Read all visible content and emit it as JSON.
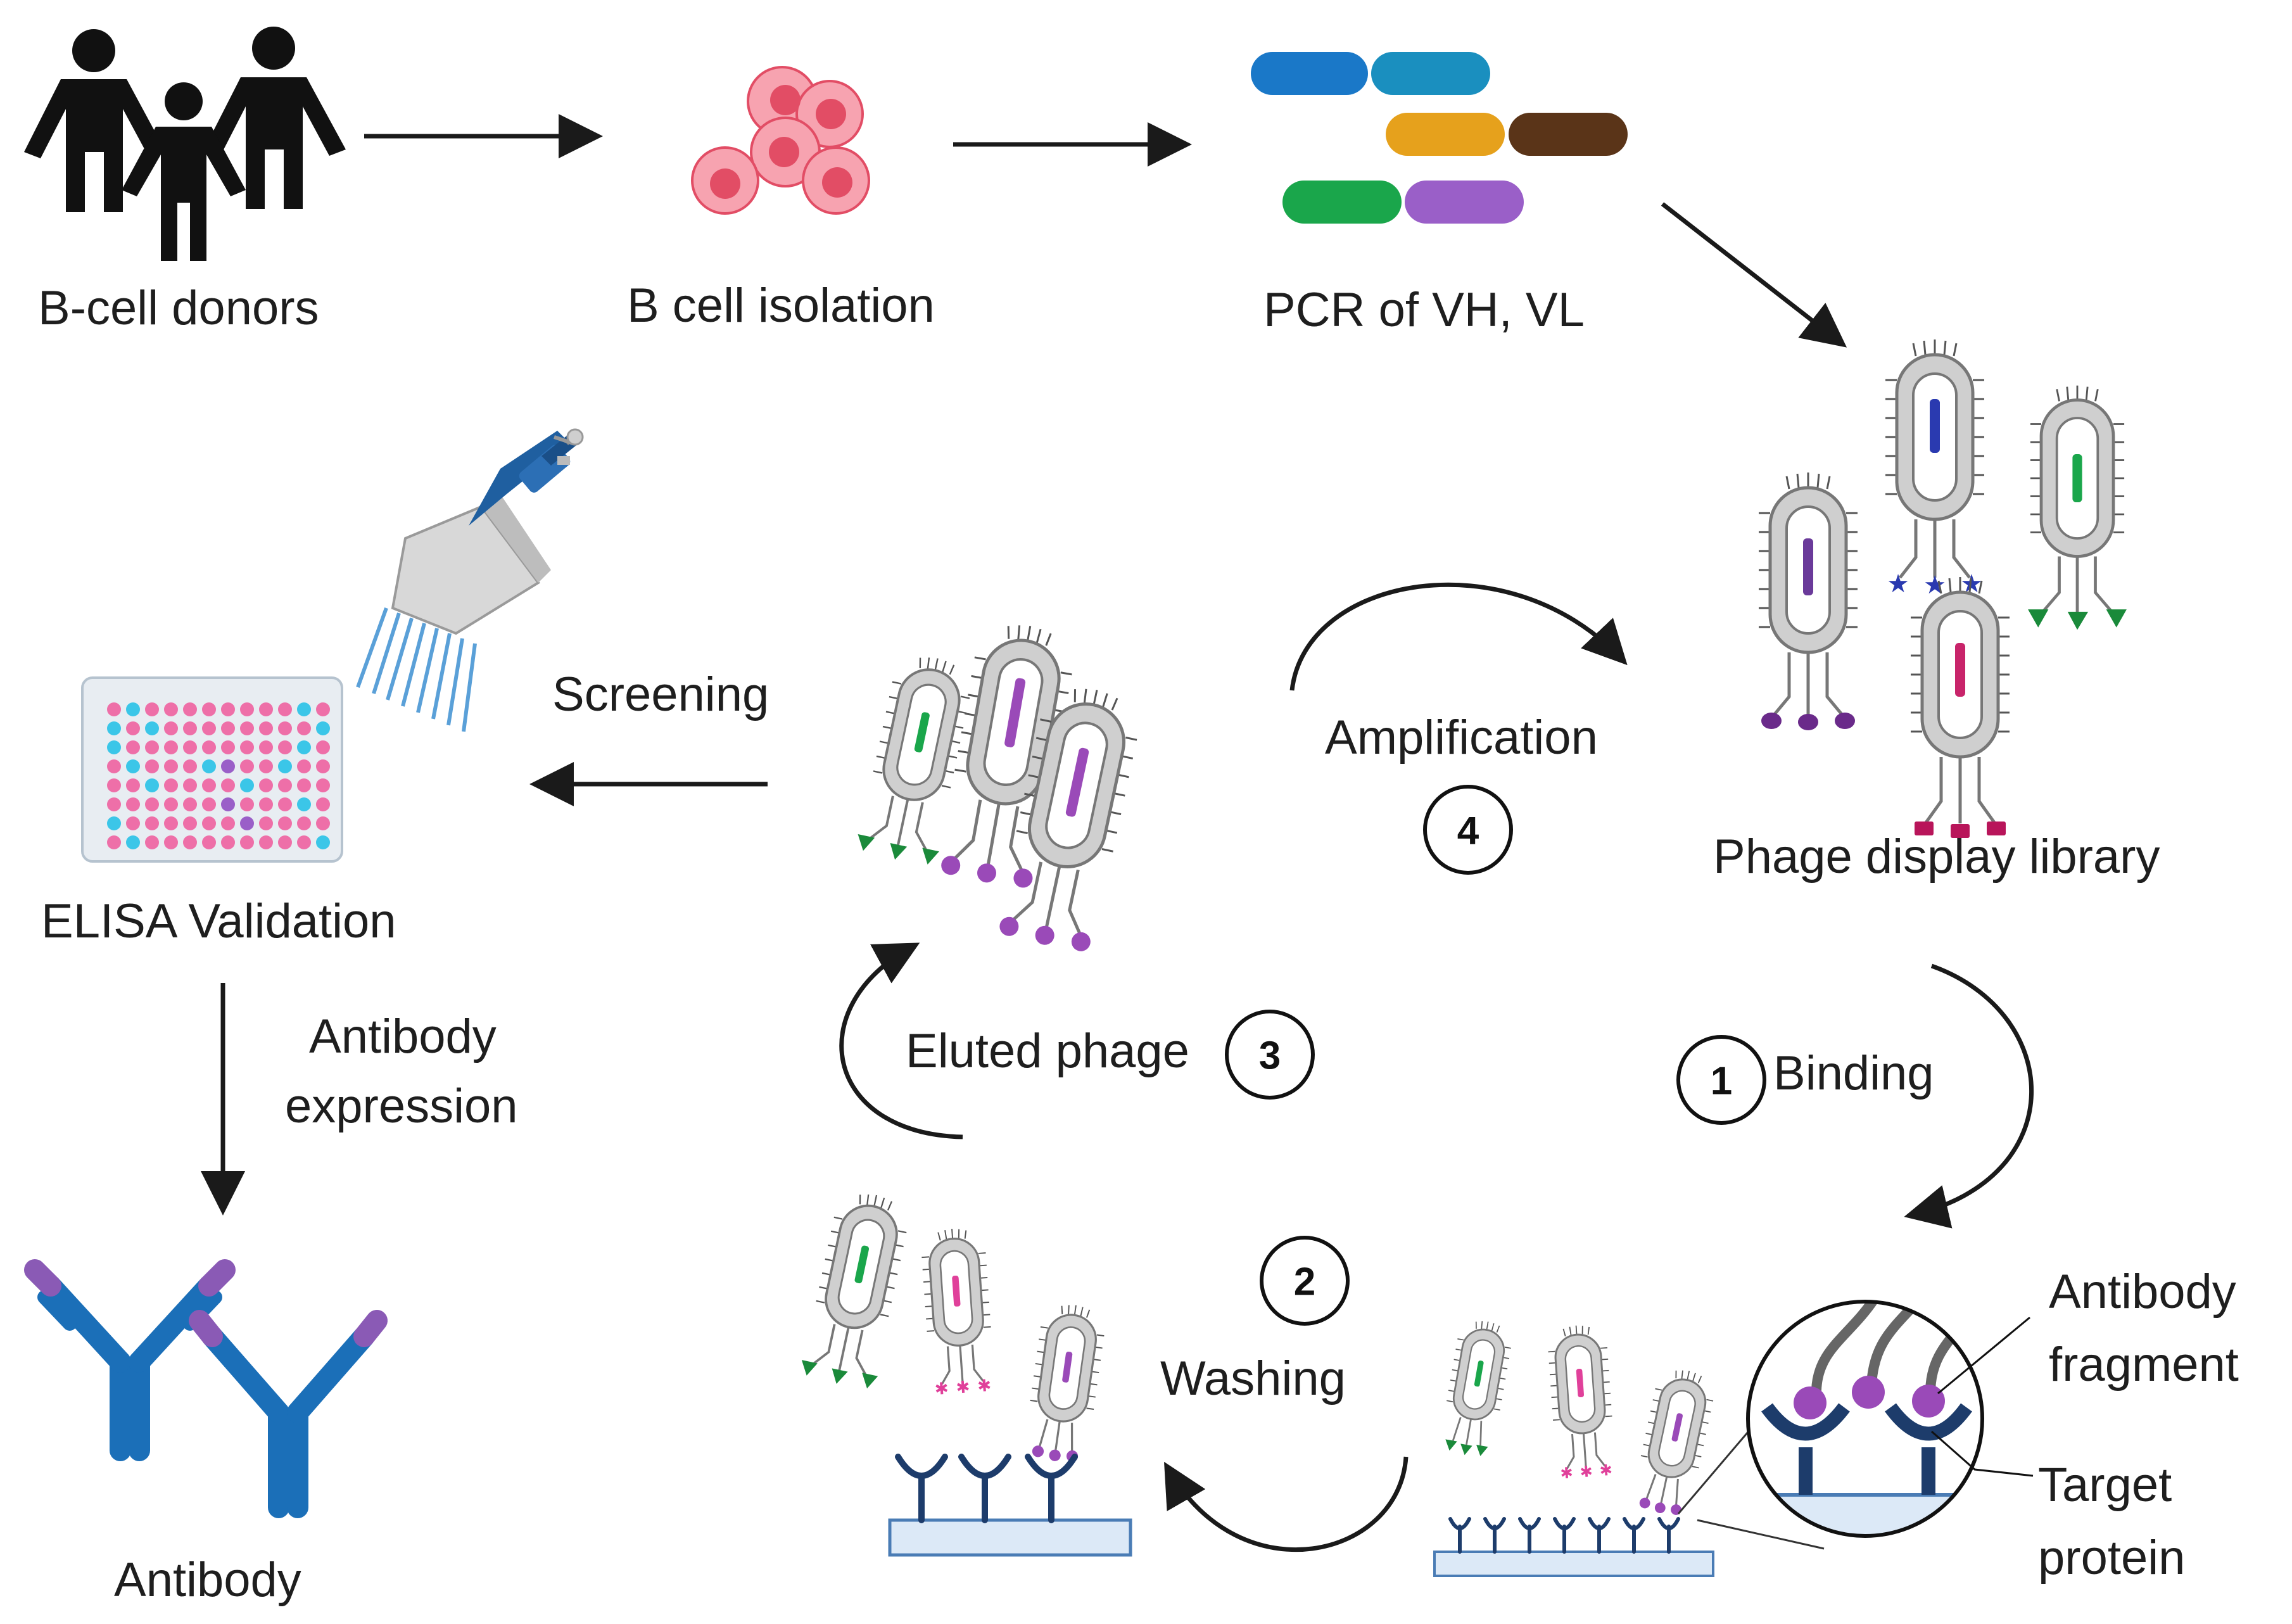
{
  "labels": {
    "donors": "B-cell donors",
    "isolation": "B cell isolation",
    "pcr": "PCR of VH, VL",
    "library": "Phage display library",
    "amplification": "Amplification",
    "binding": "Binding",
    "washing": "Washing",
    "eluted": "Eluted phage",
    "screening": "Screening",
    "elisa": "ELISA Validation",
    "expression_1": "Antibody",
    "expression_2": "expression",
    "antibody": "Antibody",
    "fragment_1": "Antibody",
    "fragment_2": "fragment",
    "target_1": "Target",
    "target_2": "protein"
  },
  "steps": {
    "binding": "1",
    "washing": "2",
    "eluted": "3",
    "amplification": "4"
  },
  "colors": {
    "arrow": "#1a1a1a",
    "cell": "#f27a8c",
    "cell_nucleus": "#e24d65",
    "phage": "#cfcfcf",
    "gene_blue": "#1a78c8",
    "gene_teal": "#1a8fbf",
    "gene_orange": "#e6a11c",
    "gene_brown": "#5a3418",
    "gene_green": "#1aa64b",
    "gene_purple": "#9a5fc8",
    "antibody_blue": "#1b6fb8",
    "antibody_purple": "#8a5ab5",
    "receptor": "#1d3c6b",
    "plate_well_pink": "#ee6fa8",
    "plate_well_cyan": "#3bc6e8",
    "surface": "#dce9f7"
  }
}
